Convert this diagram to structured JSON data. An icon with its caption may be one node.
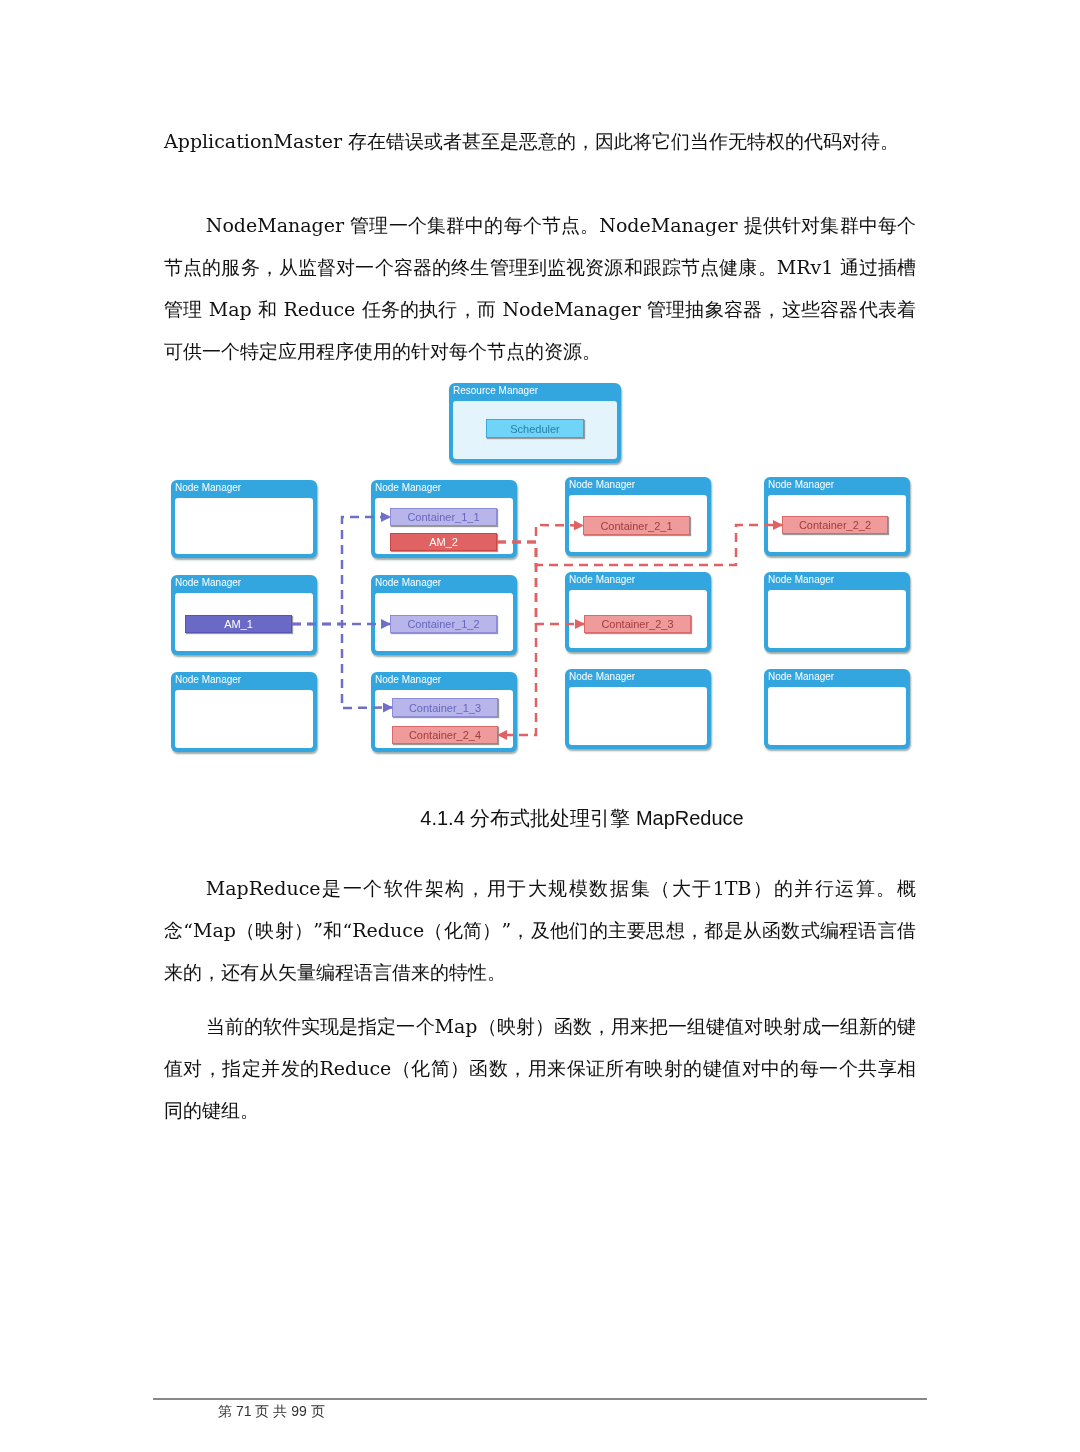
{
  "diagram": {
    "nodes": [
      {
        "text": [
          "Resource Manager"
        ]
      },
      {
        "text": [
          "Scheduler"
        ],
        "in": 0
      },
      {
        "text": [
          "Node Manager"
        ]
      },
      {
        "text": [
          "Node Manager"
        ]
      },
      {
        "text": [
          "Container_1_1"
        ],
        "in": 3
      },
      {
        "text": [
          "AM_2"
        ],
        "in": 3
      },
      {
        "text": [
          "Node Manager"
        ]
      },
      {
        "text": [
          "Container_2_1"
        ],
        "in": 6
      },
      {
        "text": [
          "Node Manager"
        ]
      },
      {
        "text": [
          "Container_2_2"
        ],
        "in": 8
      },
      {
        "text": [
          "Node Manager"
        ]
      },
      {
        "text": [
          "AM_1"
        ],
        "in": 10
      },
      {
        "text": [
          "Node Manager"
        ]
      },
      {
        "text": [
          "Container_1_2"
        ],
        "in": 12
      },
      {
        "text": [
          "Node Manager"
        ]
      },
      {
        "text": [
          "Container_2_3"
        ],
        "in": 14
      },
      {
        "text": [
          "Node Manager"
        ]
      },
      {
        "text": [
          "Node Manager"
        ]
      },
      {
        "text": [
          "Node Manager"
        ]
      },
      {
        "text": [
          "Container_1_3"
        ],
        "in": 18
      },
      {
        "text": [
          "Container_2_4"
        ],
        "in": 18
      },
      {
        "text": [
          "Node Manager"
        ]
      },
      {
        "text": [
          "Node Manager"
        ]
      }
    ],
    "edges": [
      {
        "from": 11,
        "to": 4,
        "arrow": "to",
        "style": "dashed",
        "color": "#6f6fc9"
      },
      {
        "from": 11,
        "to": 13,
        "arrow": "to",
        "style": "dashed",
        "color": "#6f6fc9"
      },
      {
        "from": 11,
        "to": 19,
        "arrow": "to",
        "style": "dashed",
        "color": "#6f6fc9"
      },
      {
        "from": 5,
        "to": 7,
        "arrow": "to",
        "style": "dashed"
      },
      {
        "from": 5,
        "to": 9,
        "arrow": "to",
        "style": "dashed"
      },
      {
        "from": 5,
        "to": 15,
        "arrow": "to",
        "style": "dashed"
      },
      {
        "from": 5,
        "to": 20,
        "arrow": "to",
        "style": "dashed"
      }
    ],
    "labels": [
      "ApplicationMaster 存在错误或者甚至是恶意的，因此将它们当作无特权的代码对待。",
      "NodeManager 管理一个集群中的每个节点。NodeManager 提供针对集群中每个节点的服务，从监督对一个容器的终生管理到监视资源和跟踪节点健康。MRv1 通过插槽管理 Map 和 Reduce 任务的执行，而 NodeManager 管理抽象容器，这些容器代表着可供一个特定应用程序使用的针对每个节点的资源。",
      "4.1.4 分布式批处理引擎 MapReduce",
      "MapReduce是一个软件架构，用于大规模数据集（大于1TB）的并行运算。概念“Map（映射）”和“Reduce（化简）”，及他们的主要思想，都是从函数式编程语言借来的，还有从矢量编程语言借来的特性。",
      "当前的软件实现是指定一个Map（映射）函数，用来把一组键值对映射成一组新的键值对，指定并发的Reduce（化简）函数，用来保证所有映射的键值对中的每一个共享相同的键组。",
      "第 71 页 共 99 页"
    ]
  }
}
